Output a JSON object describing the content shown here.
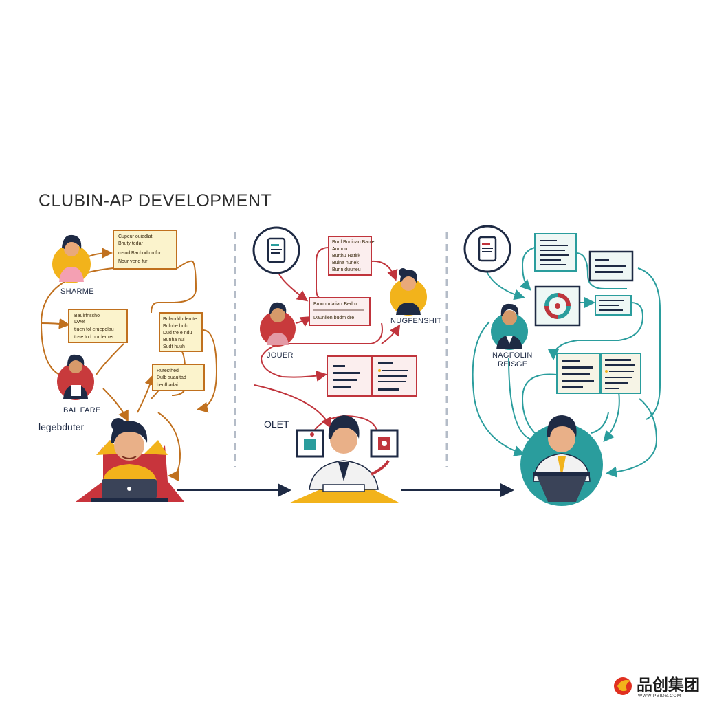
{
  "title": "CLUBIN-AP DEVELOPMENT",
  "labels": {
    "sharme": "SHARME",
    "bal_fare": "BAL FARE",
    "legebduter": "legebduter",
    "jouer": "JOUER",
    "nugfenshit": "NUGFENSHIT",
    "olet": "OLET",
    "nagfolin": "NAGFOLIN",
    "reisge": "REISGE"
  },
  "docs": {
    "s1_doc1": [
      "Cupeur ouiadlat",
      "Bhuty tedar",
      "msud Bachodlun fur",
      "Nour vend fur"
    ],
    "s1_doc2": [
      "Bauirfnscho",
      "Dwef",
      "tiuen fol eruepolau",
      "tuse tod nurder rer"
    ],
    "s1_doc3": [
      "Bulandrluden te",
      "Bulnhe bolu",
      "Dud tre e ndu",
      "Bunha nui",
      "Sudt huuh"
    ],
    "s1_doc4": [
      "Rutesthed",
      "Dulb suaultad",
      "benfhadai"
    ],
    "s2_doc1": [
      "Bunl Bodiuau Baule",
      "Aumuu",
      "Burthu Ratirk",
      "Bulna nunek",
      "Bunn duuneu"
    ],
    "s2_doc2": [
      "Brounudatiarr Bedru",
      "Daunlien budm dre"
    ]
  },
  "watermark": {
    "main": "品创集团",
    "sub": "WWW.PBIDS.COM"
  },
  "colors": {
    "stage1": "#c0701e",
    "stage2": "#c0343c",
    "stage3": "#2a9d9d",
    "navy": "#1e2a44",
    "doc_yellow": "#fbf3cc",
    "doc_pink": "#fbeeee",
    "doc_teal": "#eef7f5",
    "accent_yellow": "#f2b31b"
  }
}
